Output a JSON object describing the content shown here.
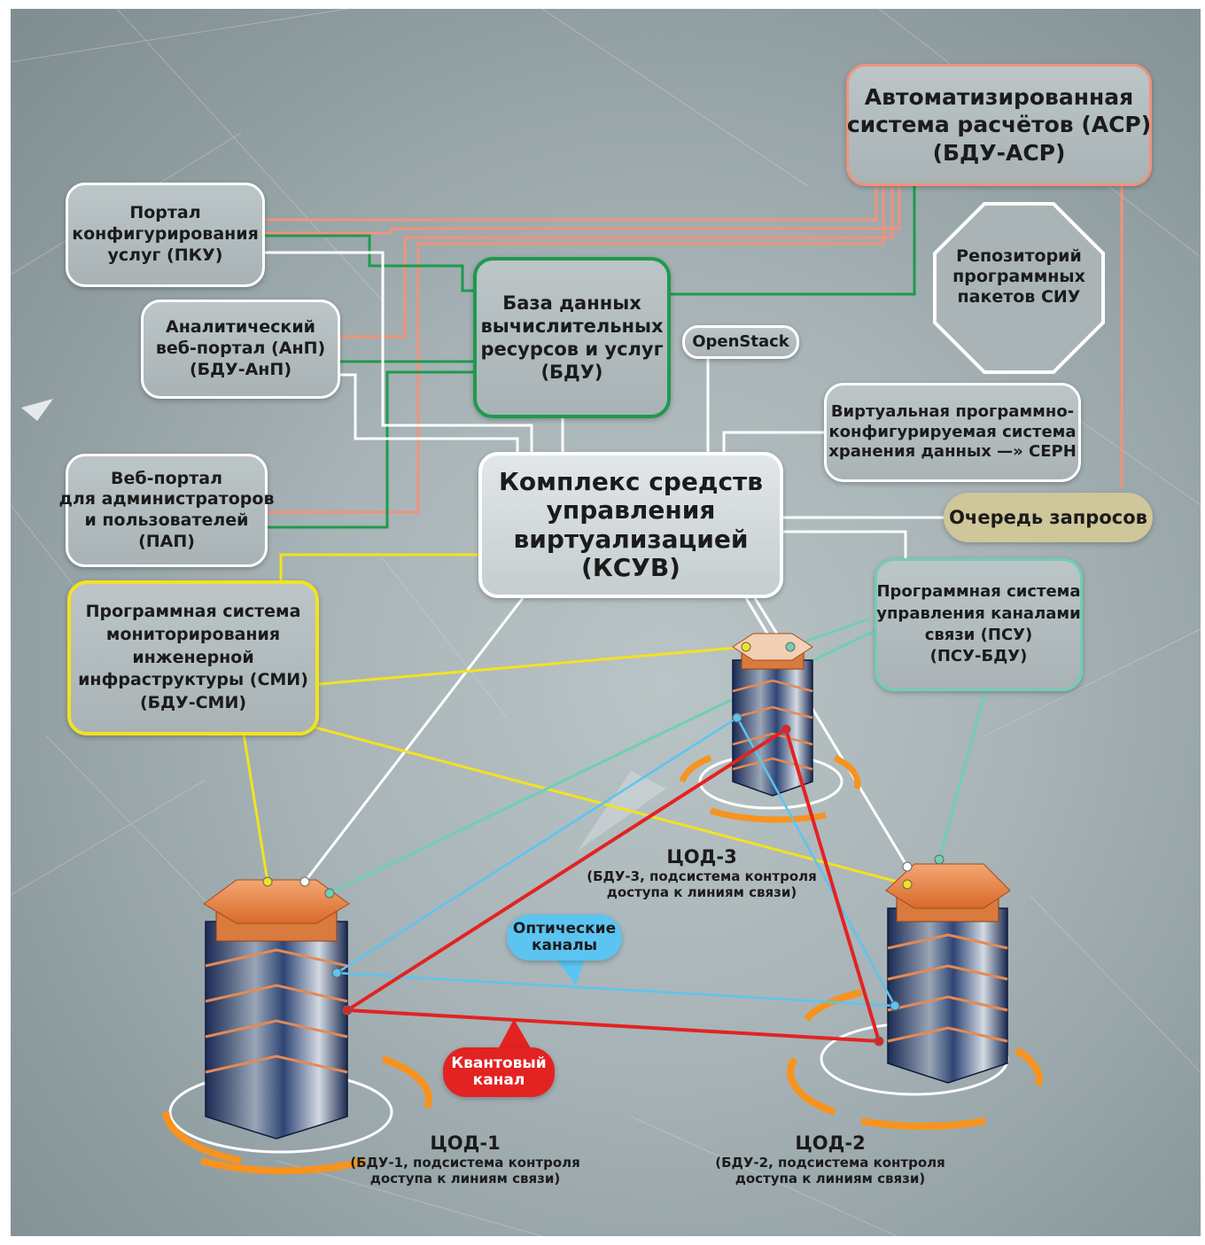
{
  "colors": {
    "orange_link": "#f0937a",
    "green_link": "#1e9a4e",
    "white_link": "#ffffff",
    "yellow_link": "#f3e21f",
    "teal_link": "#6fcfb4",
    "optical_link": "#5cc4f0",
    "quantum_link": "#e32222",
    "queue_fill": "#cfc699",
    "ring_orange": "#f7931e"
  },
  "boxes": {
    "asr": {
      "lines": [
        "Автоматизированная",
        "система расчётов (АСР)",
        "(БДУ-АСР)"
      ]
    },
    "pku": {
      "lines": [
        "Портал",
        "конфигурирования",
        "услуг (ПКУ)"
      ]
    },
    "anp": {
      "lines": [
        "Аналитический",
        "веб-портал (АнП)",
        "(БДУ-АнП)"
      ]
    },
    "bdu": {
      "lines": [
        "База данных",
        "вычислительных",
        "ресурсов и услуг",
        "(БДУ)"
      ]
    },
    "repo": {
      "lines": [
        "Репозиторий",
        "программных",
        "пакетов СИУ"
      ]
    },
    "openstack": {
      "lines": [
        "OpenStack"
      ]
    },
    "vpkshd": {
      "lines": [
        "Виртуальная  программно-",
        "конфигурируемая  система",
        "хранения данных —» СЕРН"
      ]
    },
    "ksuv": {
      "lines": [
        "Комплекс средств",
        "управления",
        "виртуализацией",
        "(КСУВ)"
      ]
    },
    "pap": {
      "lines": [
        "Веб-портал",
        "для администраторов",
        "и пользователей",
        "(ПАП)"
      ]
    },
    "queue": {
      "lines": [
        "Очередь запросов"
      ]
    },
    "smi": {
      "lines": [
        "Программная система",
        "мониторирования",
        "инженерной",
        "инфраструктуры (СМИ)",
        "(БДУ-СМИ)"
      ]
    },
    "psu": {
      "lines": [
        "Программная система",
        "управления каналами",
        "связи (ПСУ)",
        "(ПСУ-БДУ)"
      ]
    }
  },
  "labels": {
    "cod1": {
      "title": "ЦОД-1",
      "sub": [
        "(БДУ-1, подсистема контроля",
        "доступа к линиям связи)"
      ]
    },
    "cod2": {
      "title": "ЦОД-2",
      "sub": [
        "(БДУ-2, подсистема контроля",
        "доступа к линиям связи)"
      ]
    },
    "cod3": {
      "title": "ЦОД-3",
      "sub": [
        "(БДУ-3, подсистема контроля",
        "доступа к линиям связи)"
      ]
    },
    "optical": {
      "lines": [
        "Оптические",
        "каналы"
      ]
    },
    "quantum": {
      "lines": [
        "Квантовый",
        "канал"
      ]
    }
  }
}
